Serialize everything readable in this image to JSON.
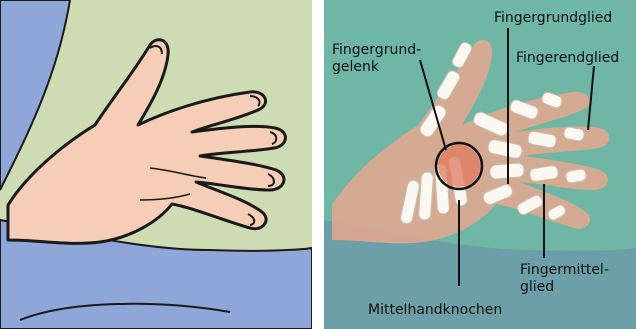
{
  "figure": {
    "panel_left": {
      "background_top": "#c9dbb3",
      "background_bottom": "#8aa2d8",
      "skin": "#f6cdb6"
    },
    "panel_right": {
      "background": "#6fb7a4",
      "bone": "#ffffff",
      "highlight": "#e07a5f"
    },
    "labels": {
      "finger_joint_line1": "Fingergrund-",
      "finger_joint_line2": "gelenk",
      "proximal_phalanx": "Fingergrundglied",
      "distal_phalanx": "Fingerendglied",
      "middle_phalanx_line1": "Fingermittel-",
      "middle_phalanx_line2": "glied",
      "metacarpal": "Mittelhandknochen"
    }
  }
}
